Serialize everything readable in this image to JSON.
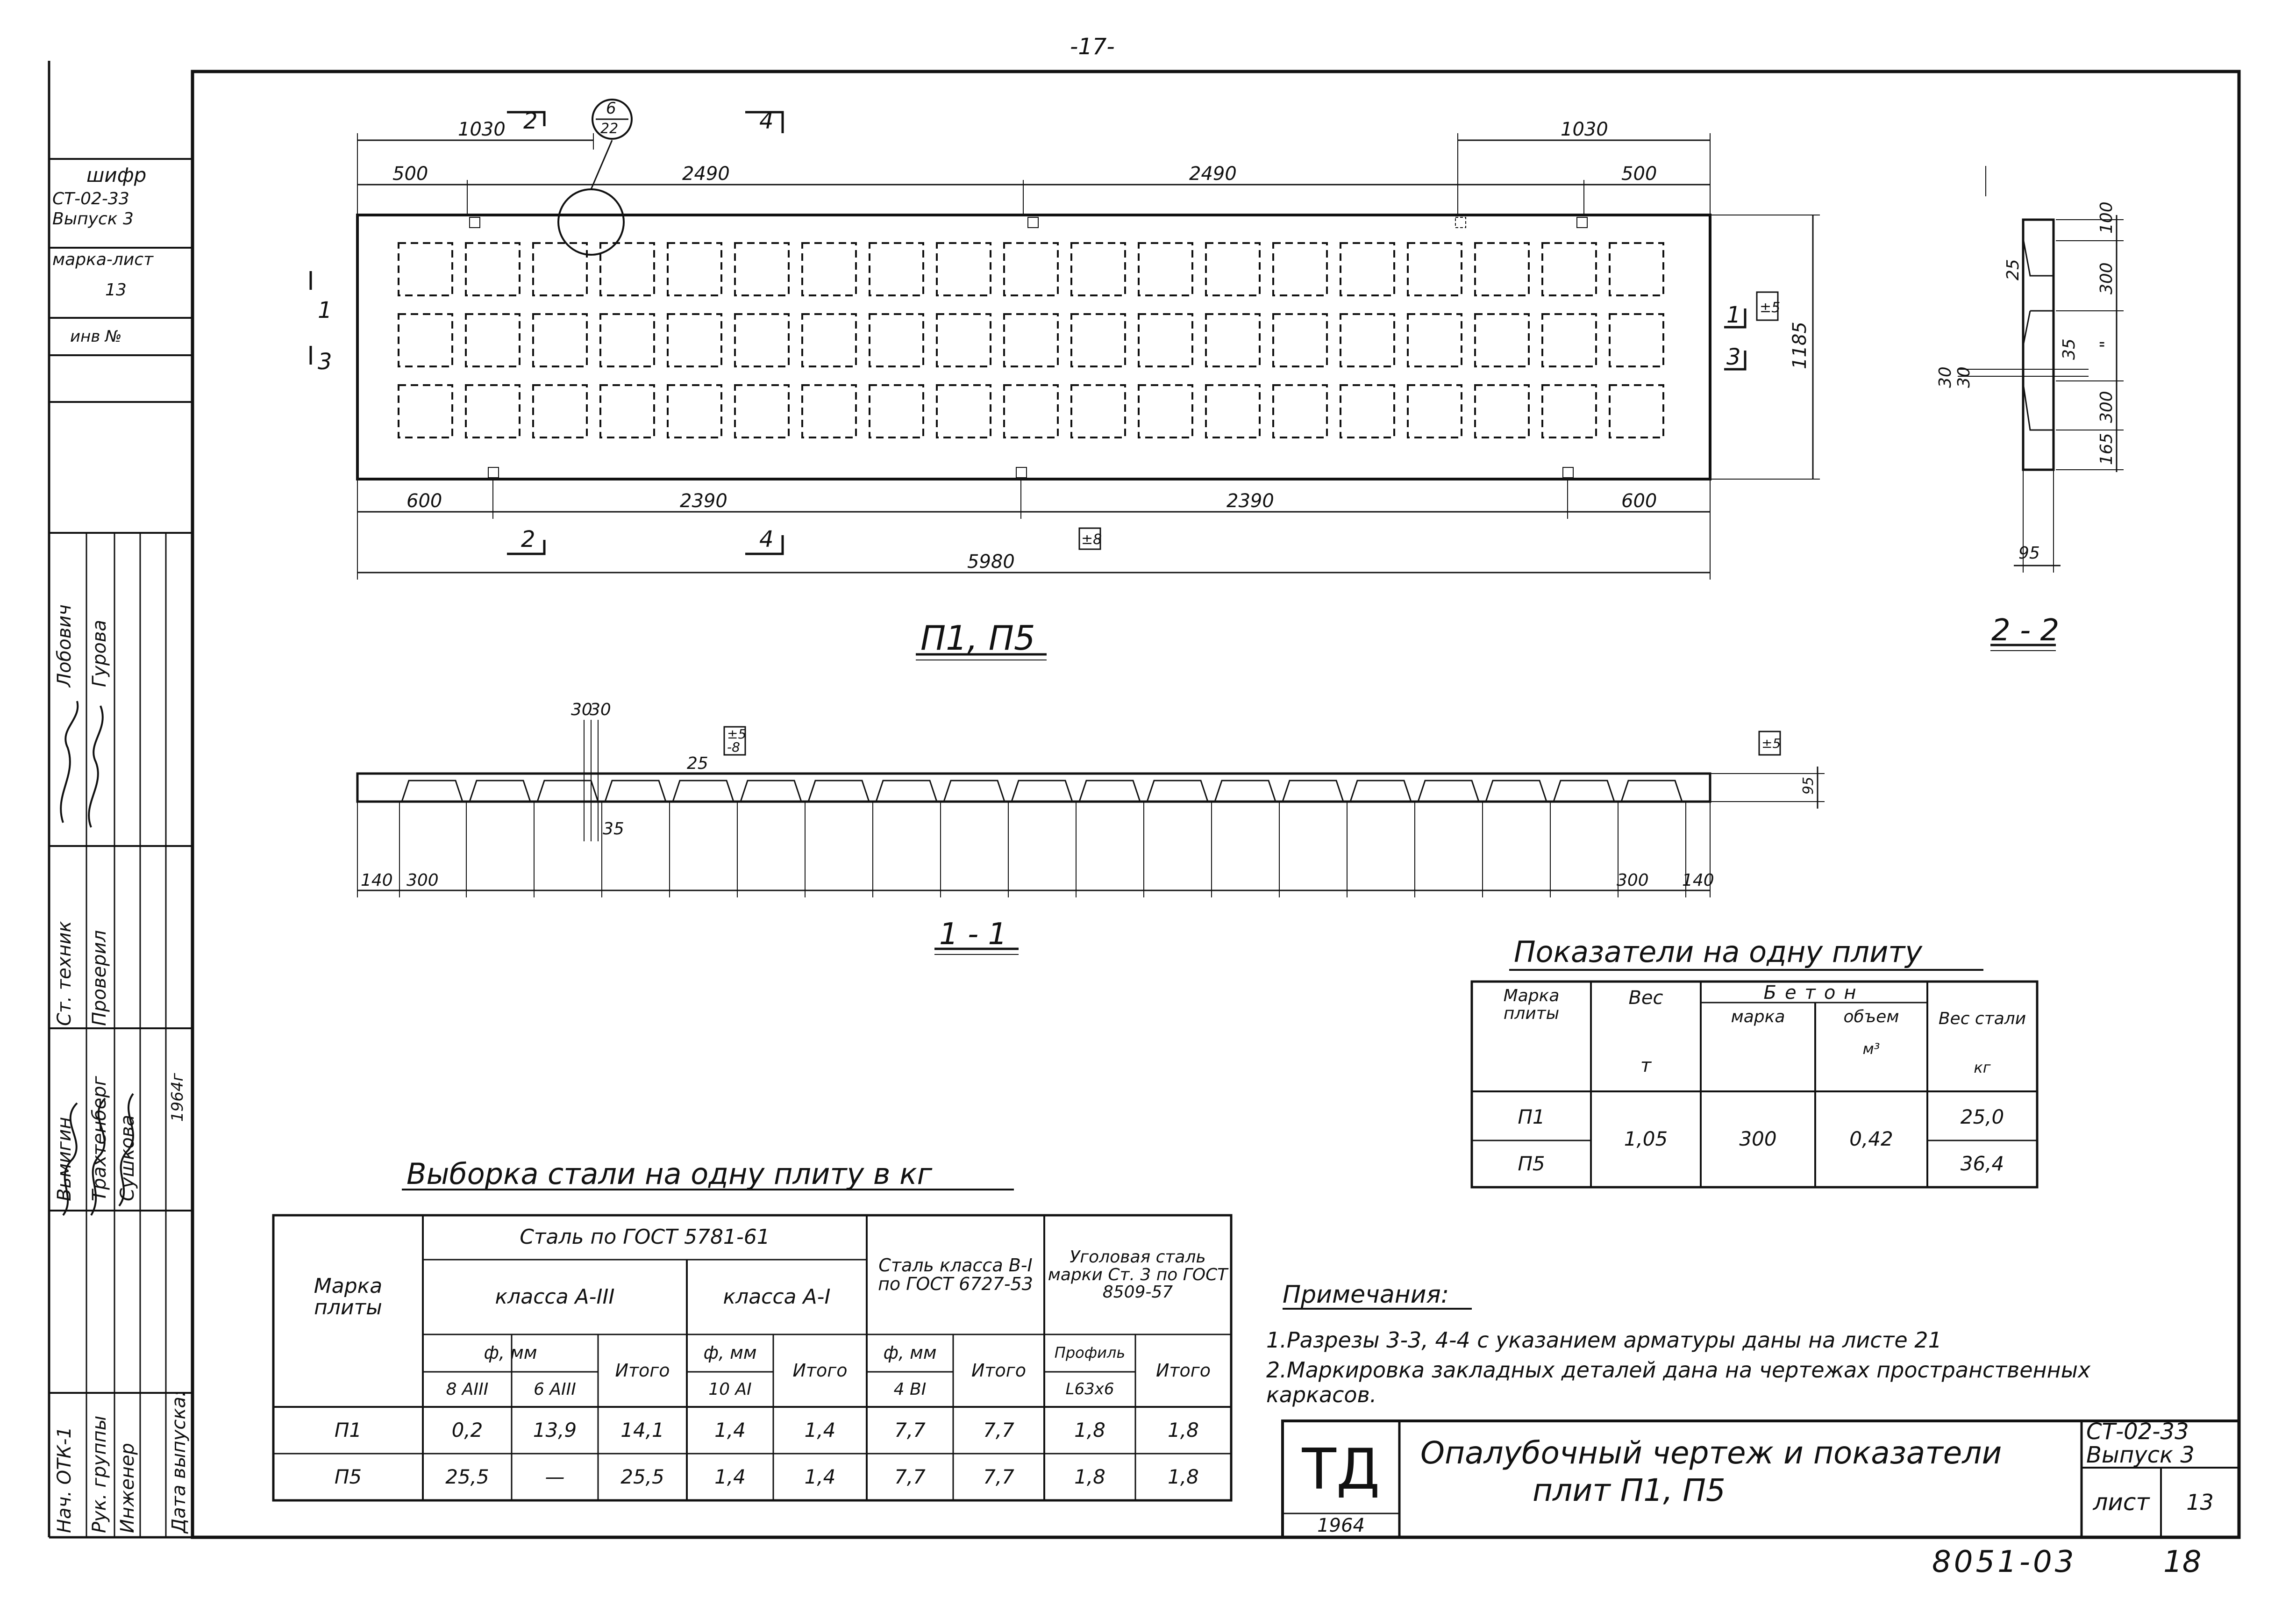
{
  "page": {
    "top_number": "-17-",
    "bottom_code": "8051-03",
    "bottom_page": "18"
  },
  "left_stamp": {
    "cipher_label": "шифр",
    "cipher_value_1": "СТ-02-33",
    "cipher_value_2": "Выпуск 3",
    "mark_sheet_label": "марка-лист",
    "mark_sheet_value": "13",
    "inv_label": "инв №",
    "roles": [
      "Нач. ОТК-1",
      "Рук. группы",
      "Инженер",
      "Ст. техник",
      "Проверил",
      "Дата выпуска:"
    ],
    "names": [
      "Лобович",
      "Гурова",
      "Вьмигин",
      "Трахтенберг",
      "Сушкова"
    ],
    "year": "1964г"
  },
  "plan": {
    "caption": "П1, П5",
    "dims_top": [
      "1030",
      "500",
      "2490",
      "2490",
      "1030",
      "500"
    ],
    "dims_bottom": [
      "600",
      "2390",
      "2390",
      "600",
      "5980"
    ],
    "height_dim": "1185",
    "node_ref_top": "6",
    "node_ref_bottom": "22",
    "section_marks": [
      "2",
      "4",
      "1",
      "3",
      "2",
      "4",
      "1",
      "3"
    ],
    "level_mark_right": "±5",
    "level_mark_bottom": "±8"
  },
  "section_11": {
    "caption": "1 - 1",
    "dims": [
      "140",
      "300",
      "300",
      "140"
    ],
    "rib_dims": [
      "30",
      "30",
      "25",
      "35"
    ],
    "height_dim": "95",
    "level_marks": [
      "±5",
      "-8",
      "±5"
    ]
  },
  "section_22": {
    "caption": "2 - 2",
    "dims": [
      "100",
      "300",
      "\"",
      "300",
      "165",
      "25",
      "35",
      "30",
      "30",
      "95"
    ]
  },
  "indicators": {
    "title": "Показатели на одну плиту",
    "headers": {
      "mark": "Марка плиты",
      "weight": "Вес",
      "weight_unit": "т",
      "concrete": "Бетон",
      "concrete_grade": "марка",
      "concrete_volume": "объем",
      "volume_unit": "м³",
      "steel_weight": "Вес стали",
      "steel_unit": "кг"
    },
    "rows": [
      {
        "mark": "П1",
        "weight": "1,05",
        "grade": "300",
        "volume": "0,42",
        "steel": "25,0"
      },
      {
        "mark": "П5",
        "weight": "1,05",
        "grade": "300",
        "volume": "0,42",
        "steel": "36,4"
      }
    ]
  },
  "steel_table": {
    "title": "Выборка стали на одну плиту в кг",
    "headers": {
      "mark": "Марка плиты",
      "gost_5781": "Сталь по ГОСТ 5781-61",
      "class_a3": "класса А-III",
      "class_a1": "класса А-I",
      "class_b1": "Сталь класса В-I по ГОСТ 6727-53",
      "angle": "Уголовая сталь марки Ст. 3 по ГОСТ 8509-57",
      "dia_mm": "ф, мм",
      "total": "Итого",
      "profile": "Профиль",
      "col_8a3": "8 АIII",
      "col_6a3": "6 АIII",
      "col_10a1": "10 АI",
      "col_4b1": "4 ВI",
      "col_l63": "L63х6"
    },
    "rows": [
      [
        "П1",
        "0,2",
        "13,9",
        "14,1",
        "1,4",
        "1,4",
        "7,7",
        "7,7",
        "1,8",
        "1,8"
      ],
      [
        "П5",
        "25,5",
        "—",
        "25,5",
        "1,4",
        "1,4",
        "7,7",
        "7,7",
        "1,8",
        "1,8"
      ]
    ]
  },
  "notes": {
    "title": "Примечания:",
    "items": [
      "1.Разрезы 3-3, 4-4 с указанием арматуры даны на листе 21",
      "2.Маркировка закладных деталей дана на чертежах пространственных каркасов."
    ]
  },
  "title_block": {
    "logo": "ТД",
    "logo_year": "1964",
    "title_line1": "Опалубочный чертеж и показатели",
    "title_line2": "плит П1, П5",
    "code_1": "СТ-02-33",
    "code_2": "Выпуск 3",
    "sheet_label": "лист",
    "sheet_value": "13"
  }
}
